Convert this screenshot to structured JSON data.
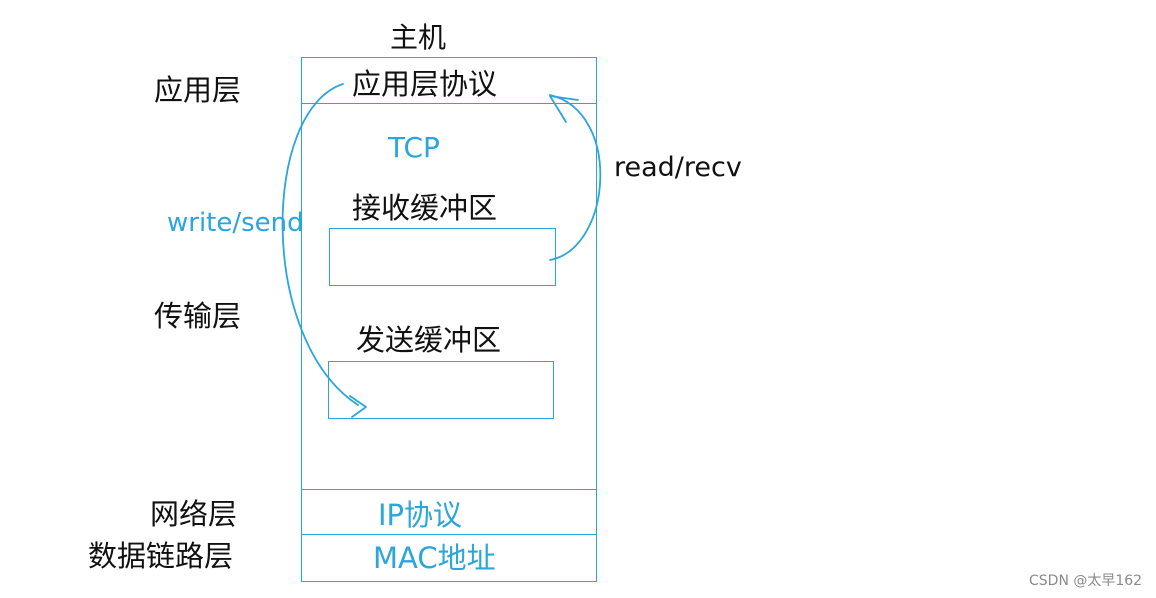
{
  "host_title": "主机",
  "layers": {
    "application": "应用层",
    "transport": "传输层",
    "network": "网络层",
    "datalink": "数据链路层"
  },
  "host": {
    "app_protocol": "应用层协议",
    "tcp": "TCP",
    "recv_buffer": "接收缓冲区",
    "send_buffer": "发送缓冲区",
    "ip_protocol": "IP协议",
    "mac_address": "MAC地址"
  },
  "arrows": {
    "write_label": "write/send",
    "read_label": "read/recv"
  },
  "watermark": "CSDN @太早162",
  "colors": {
    "accent": "#2aa6dc",
    "text": "#111111"
  }
}
